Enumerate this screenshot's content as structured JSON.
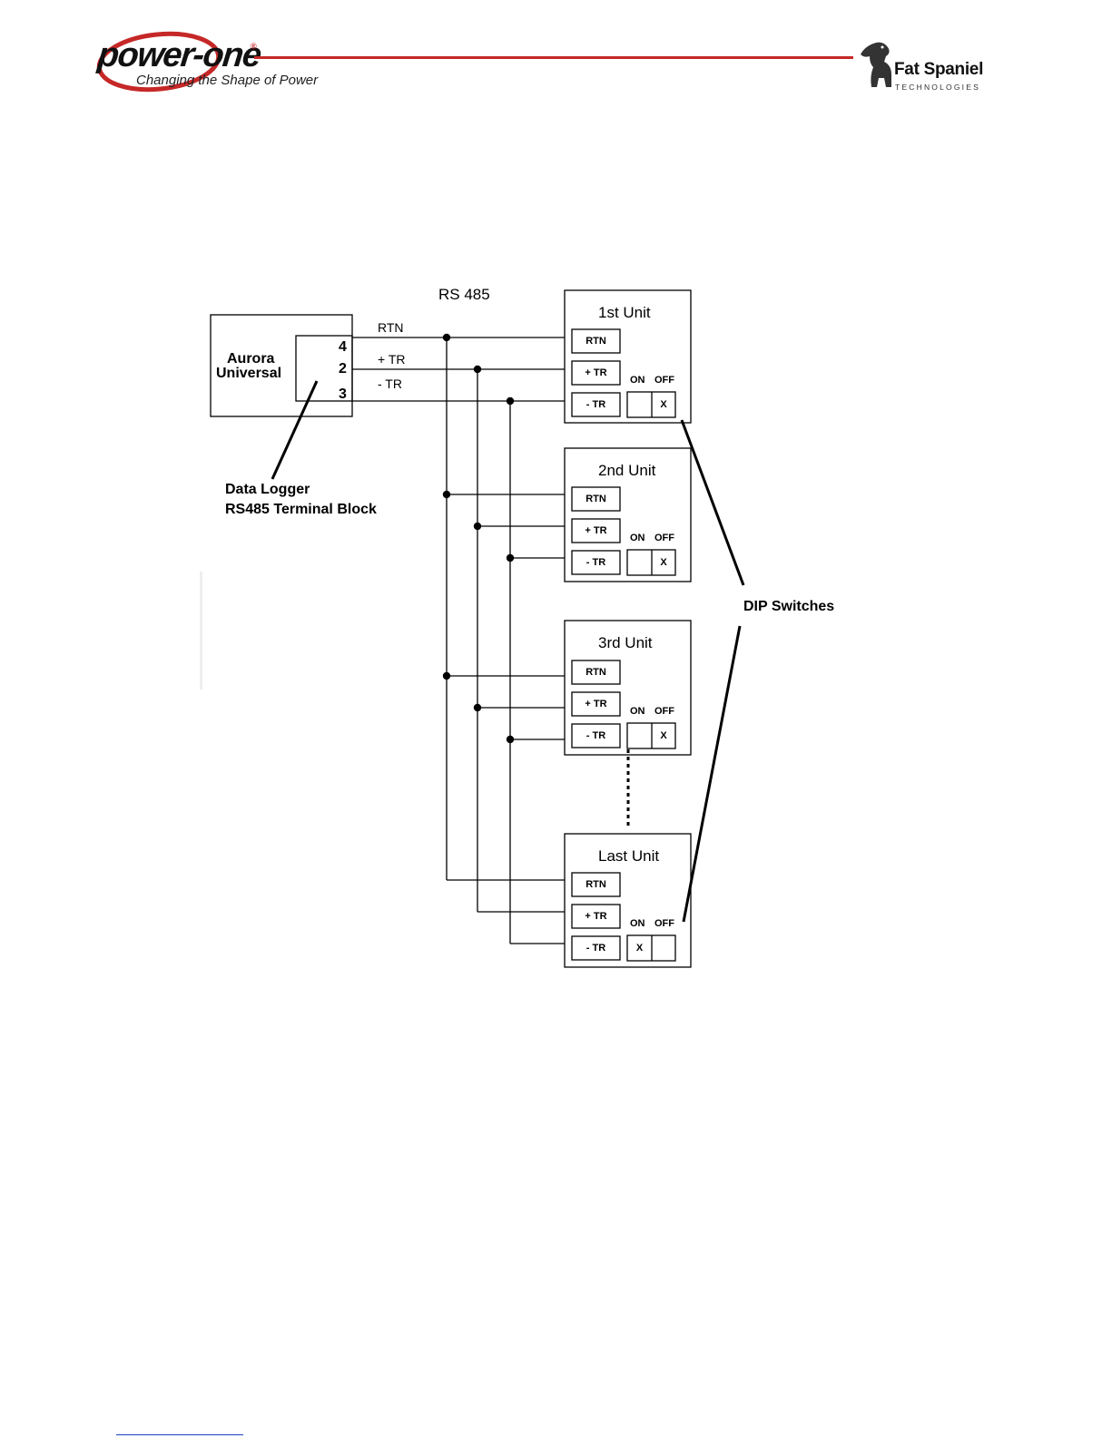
{
  "header": {
    "brand_left": "power-one",
    "tagline_left": "Changing the Shape of Power",
    "brand_right": "Fat Spaniel",
    "brand_right_sub": "TECHNOLOGIES",
    "accent_color": "#c62828"
  },
  "diagram": {
    "bus_label": "RS 485",
    "logger": {
      "name_line1": "Aurora",
      "name_line2": "Universal",
      "pins": [
        "4",
        "2",
        "3"
      ],
      "callout_line1": "Data Logger",
      "callout_line2": "RS485 Terminal Block"
    },
    "wires": [
      "RTN",
      "+ TR",
      "- TR"
    ],
    "dip_label": "DIP Switches",
    "switch_on": "ON",
    "switch_off": "OFF",
    "units": [
      {
        "title": "1st Unit",
        "terminals": [
          "RTN",
          "+ TR",
          "- TR"
        ],
        "on_mark": "",
        "off_mark": "X"
      },
      {
        "title": "2nd Unit",
        "terminals": [
          "RTN",
          "+ TR",
          "- TR"
        ],
        "on_mark": "",
        "off_mark": "X"
      },
      {
        "title": "3rd Unit",
        "terminals": [
          "RTN",
          "+ TR",
          "- TR"
        ],
        "on_mark": "",
        "off_mark": "X"
      },
      {
        "title": "Last Unit",
        "terminals": [
          "RTN",
          "+ TR",
          "- TR"
        ],
        "on_mark": "X",
        "off_mark": ""
      }
    ]
  }
}
